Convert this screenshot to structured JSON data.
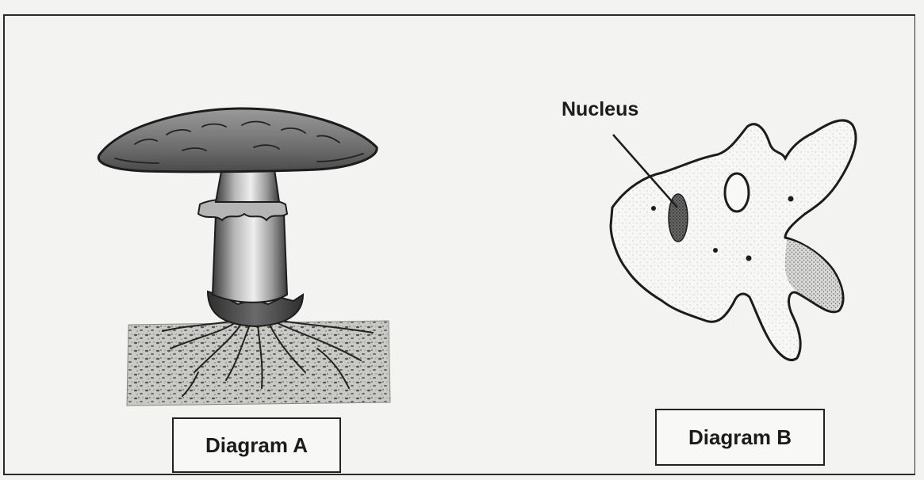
{
  "diagram_a": {
    "label": "Diagram A"
  },
  "diagram_b": {
    "label": "Diagram B",
    "callout": "Nucleus"
  },
  "colors": {
    "ink": "#1c1c1c",
    "paper": "#f3f3f1"
  }
}
